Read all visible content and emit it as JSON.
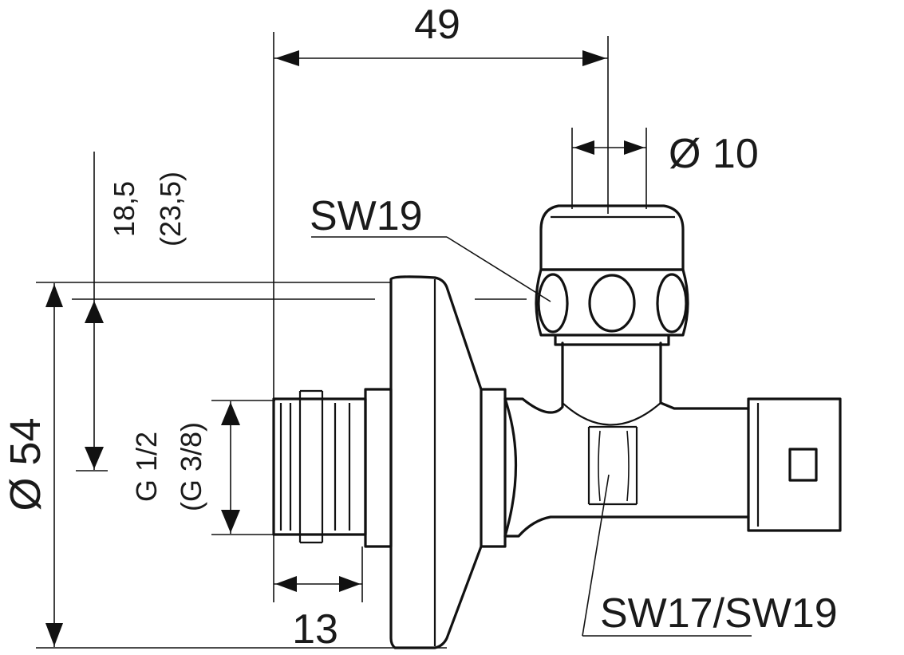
{
  "drawing": {
    "dim_width_overall": "49",
    "dim_outlet_diameter": "Ø 10",
    "dim_flange_diameter": "Ø 54",
    "dim_offset_primary": "18,5",
    "dim_offset_alt": "(23,5)",
    "dim_thread_primary": "G 1/2",
    "dim_thread_alt": "(G 3/8)",
    "dim_thread_length": "13",
    "label_nut": "SW19",
    "label_body": "SW17/SW19"
  }
}
